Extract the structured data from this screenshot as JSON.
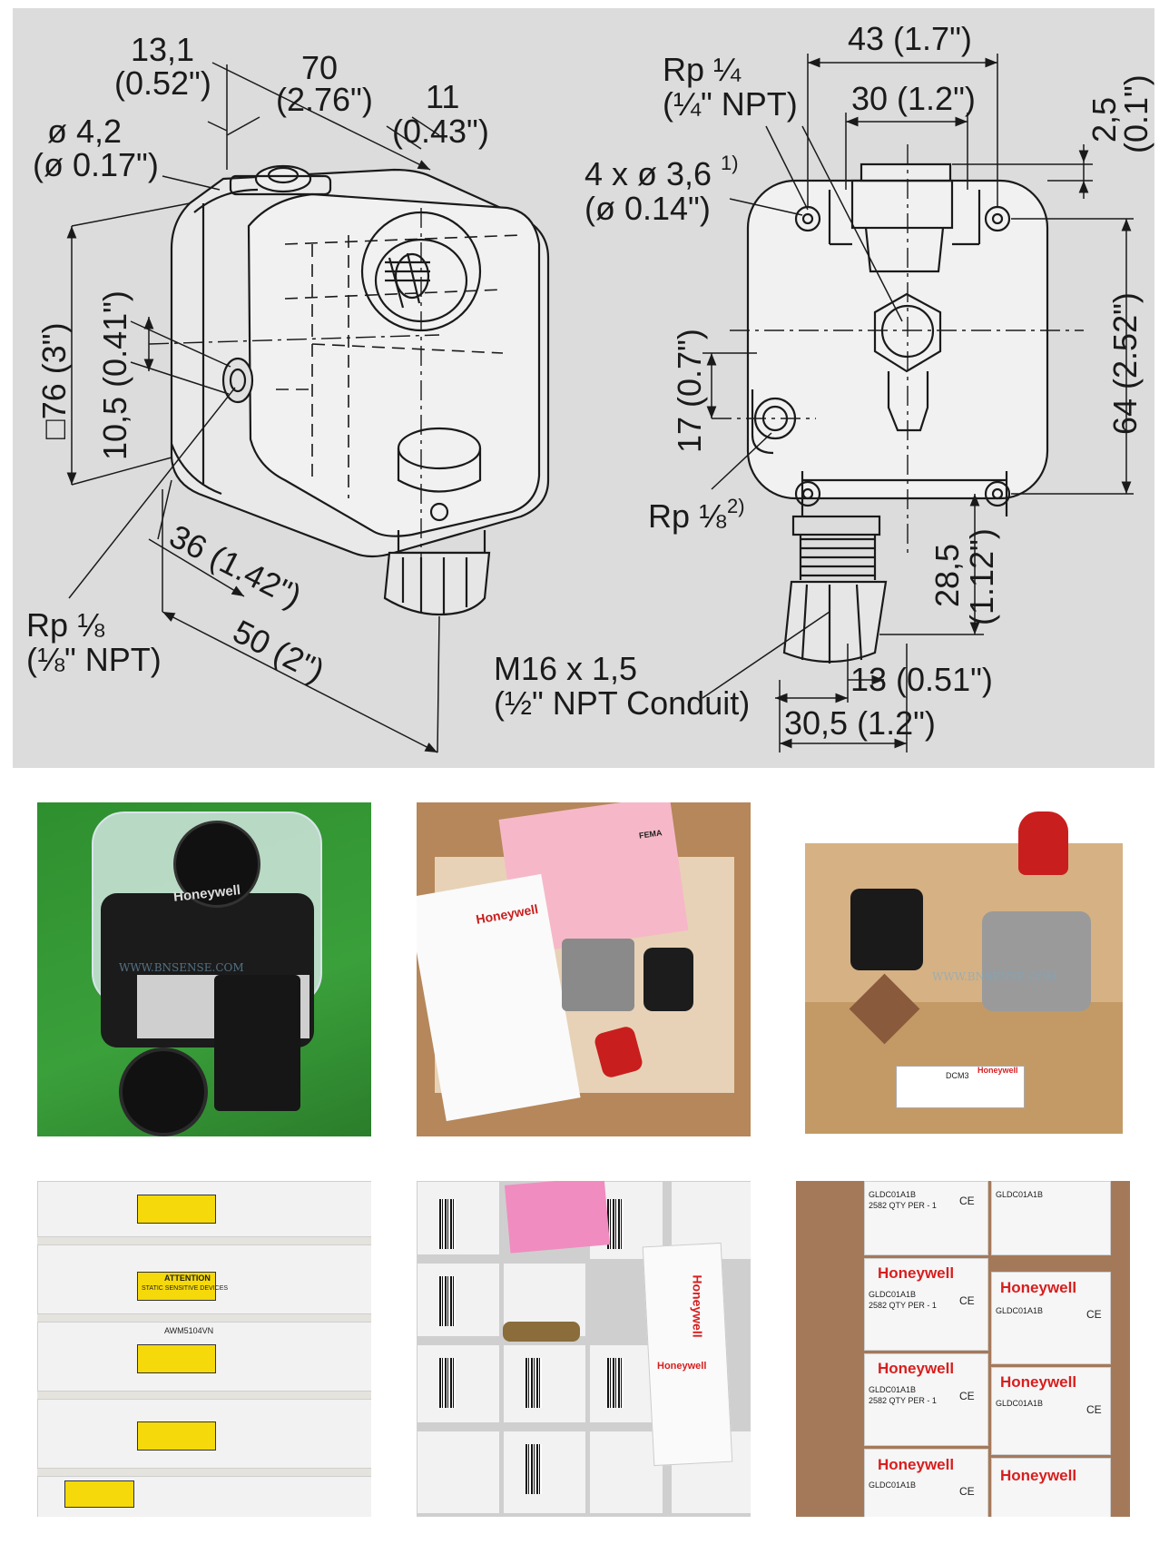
{
  "drawing": {
    "side_view": {
      "labels": {
        "d13_1": "13,1",
        "d13_1_in": "(0.52\")",
        "d70": "70",
        "d70_in": "(2.76\")",
        "d11": "11",
        "d11_in": "(0.43\")",
        "hole": "ø 4,2",
        "hole_in": "(ø 0.17\")",
        "square": "□76 (3\")",
        "d10_5": "10,5 (0.41\")",
        "d36": "36 (1.42\")",
        "d50": "50 (2\")",
        "rp18": "Rp ⅛",
        "rp18_in": "(⅛\" NPT)"
      }
    },
    "front_view": {
      "labels": {
        "rp14": "Rp ¼",
        "rp14_in": "(¼\" NPT)",
        "d43": "43 (1.7\")",
        "d30": "30 (1.2\")",
        "d2_5": "2,5",
        "d2_5_in": "(0.1\")",
        "holes": "4 x ø 3,6",
        "holes_sup": "1)",
        "holes_in": "(ø 0.14\")",
        "d64": "64 (2.52\")",
        "d17": "17 (0.7\")",
        "rp18b": "Rp ⅛",
        "rp18b_sup": "2)",
        "d28_5": "28,5",
        "d28_5_in": "(1.12\")",
        "m16": "M16 x 1,5",
        "m16_in": "(½\" NPT Conduit)",
        "d13": "13 (0.51\")",
        "d30_5": "30,5 (1.2\")"
      }
    }
  },
  "photos": {
    "p1": {
      "brand": "Honeywell",
      "watermark": "WWW.BNSENSE.COM"
    },
    "p2": {
      "brand": "Honeywell",
      "label": "FEMA"
    },
    "p3": {
      "watermark": "WWW.BNSENSE.COM",
      "box_label": "DCM3",
      "box_brand": "Honeywell"
    },
    "p4": {
      "part": "AWM5104VN",
      "warning": "ATTENTION",
      "warning_sub": "STATIC SENSITIVE DEVICES"
    },
    "p5": {
      "brand": "Honeywell"
    },
    "p6": {
      "brand": "Honeywell",
      "part": "GLDC01A1B",
      "qty": "2582  QTY PER - 1",
      "ce": "CE"
    }
  },
  "colors": {
    "panel_bg": "#dcdcdc",
    "line": "#1a1a1a",
    "honeywell_red": "#d81e1e",
    "warning_yellow": "#f5d90a",
    "cap_red": "#c91e1e",
    "box_brown": "#b58a55"
  }
}
